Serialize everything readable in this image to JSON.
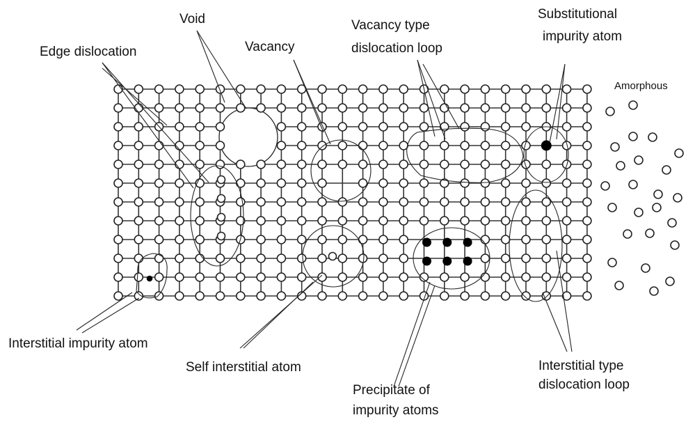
{
  "labels": {
    "void": "Void",
    "edge_dislocation": "Edge dislocation",
    "vacancy": "Vacancy",
    "vacancy_loop_1": "Vacancy type",
    "vacancy_loop_2": "dislocation loop",
    "substitutional_1": "Substitutional",
    "substitutional_2": "impurity atom",
    "amorphous": "Amorphous",
    "interstitial_impurity": "Interstitial impurity atom",
    "self_interstitial": "Self interstitial atom",
    "precipitate_1": "Precipitate of",
    "precipitate_2": "impurity atoms",
    "interstitial_loop_1": "Interstitial type",
    "interstitial_loop_2": "dislocation loop"
  }
}
